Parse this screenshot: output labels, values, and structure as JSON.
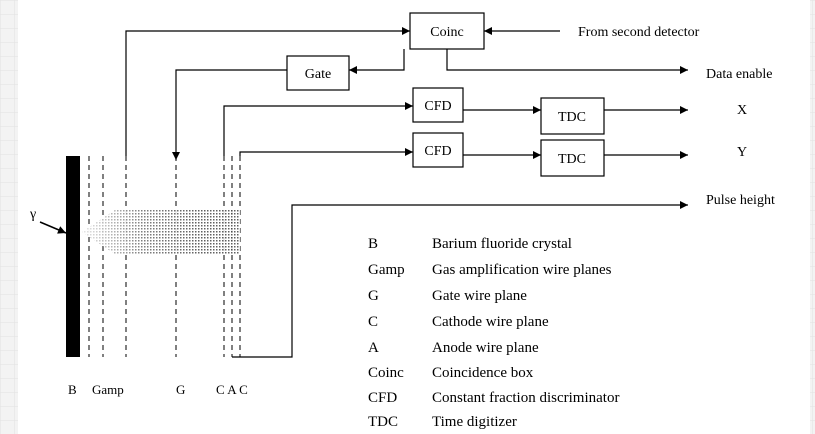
{
  "blocks": {
    "coinc": "Coinc",
    "gate": "Gate",
    "cfd_top": "CFD",
    "cfd_bottom": "CFD",
    "tdc_top": "TDC",
    "tdc_bottom": "TDC"
  },
  "signals": {
    "from_second_detector": "From second detector",
    "data_enable": "Data enable",
    "x": "X",
    "y": "Y",
    "pulse_height": "Pulse height",
    "gamma": "γ"
  },
  "bottom_labels": {
    "b": "B",
    "gamp": "Gamp",
    "g": "G",
    "cac": "C A C"
  },
  "legend": [
    {
      "abbr": "B",
      "desc": "Barium fluoride crystal"
    },
    {
      "abbr": "Gamp",
      "desc": "Gas amplification wire planes"
    },
    {
      "abbr": "G",
      "desc": "Gate wire plane"
    },
    {
      "abbr": "C",
      "desc": "Cathode wire plane"
    },
    {
      "abbr": "A",
      "desc": "Anode wire plane"
    },
    {
      "abbr": "Coinc",
      "desc": "Coincidence box"
    },
    {
      "abbr": "CFD",
      "desc": "Constant fraction discriminator"
    },
    {
      "abbr": "TDC",
      "desc": "Time digitizer"
    }
  ],
  "colors": {
    "line": "#000000",
    "background": "#f1f1f1",
    "panel": "#ffffff"
  }
}
